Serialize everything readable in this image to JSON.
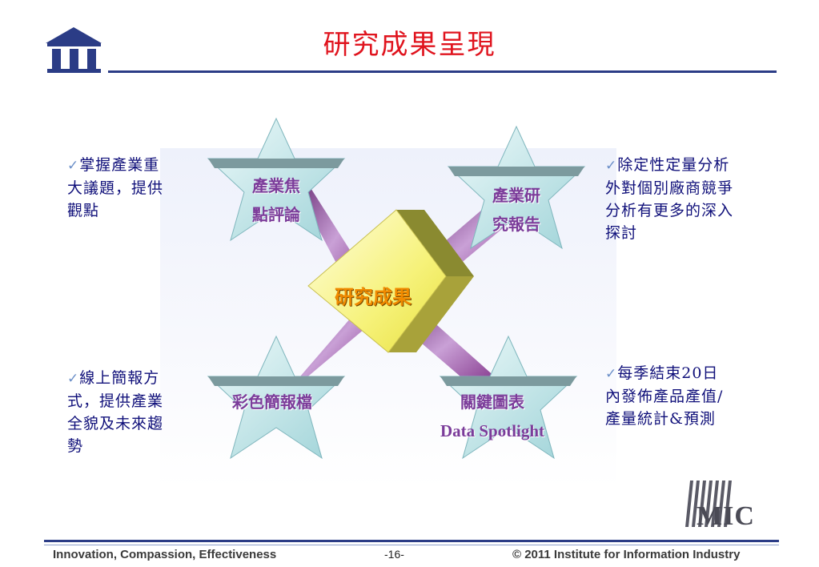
{
  "title": "研究成果呈現",
  "center": {
    "label": "研究成果"
  },
  "stars": [
    {
      "lines": [
        "產業焦",
        "點評論"
      ]
    },
    {
      "lines": [
        "產業研",
        "究報告"
      ]
    },
    {
      "lines": [
        "彩色簡報檔"
      ]
    },
    {
      "lines": [
        "關鍵圖表",
        "Data Spotlight"
      ]
    }
  ],
  "notes": {
    "top_left": [
      "掌握產業重",
      "大議題，提供",
      "觀點"
    ],
    "top_right": [
      "除定性定量分析",
      "外對個別廠商競爭",
      "分析有更多的深入",
      "探討"
    ],
    "bottom_left": [
      "線上簡報方",
      "式，提供產業",
      "全貌及未來趨",
      "勢"
    ],
    "bottom_right": [
      "每季結束20日",
      "內發佈產品產值/",
      "產量統計&預測"
    ]
  },
  "check_mark": "✓",
  "mic_logo": "MIC",
  "footer": {
    "left": "Innovation, Compassion, Effectiveness",
    "page": "-16-",
    "right": "© 2011 Institute for Information Industry"
  },
  "colors": {
    "title": "#e0141e",
    "rule": "#2b3c86",
    "note_text": "#10107a",
    "star_label": "#7b3c9a",
    "center_label": "#f08a00",
    "beam": "#6a1070",
    "cube_face": "#f6f27a"
  }
}
